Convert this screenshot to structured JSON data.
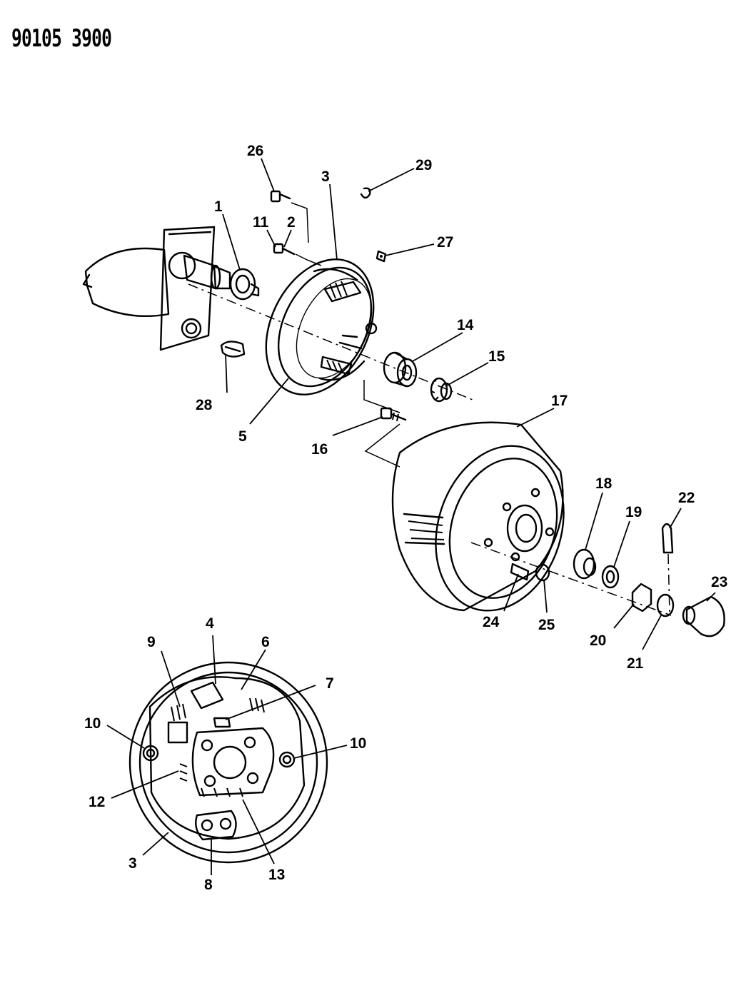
{
  "header": {
    "reference_number": "90105 3900"
  },
  "callouts": [
    {
      "id": "c1",
      "label": "1"
    },
    {
      "id": "c2",
      "label": "2"
    },
    {
      "id": "c3a",
      "label": "3"
    },
    {
      "id": "c3b",
      "label": "3"
    },
    {
      "id": "c4",
      "label": "4"
    },
    {
      "id": "c5",
      "label": "5"
    },
    {
      "id": "c6",
      "label": "6"
    },
    {
      "id": "c7",
      "label": "7"
    },
    {
      "id": "c8",
      "label": "8"
    },
    {
      "id": "c9",
      "label": "9"
    },
    {
      "id": "c10a",
      "label": "10"
    },
    {
      "id": "c10b",
      "label": "10"
    },
    {
      "id": "c11",
      "label": "11"
    },
    {
      "id": "c12",
      "label": "12"
    },
    {
      "id": "c13",
      "label": "13"
    },
    {
      "id": "c14",
      "label": "14"
    },
    {
      "id": "c15",
      "label": "15"
    },
    {
      "id": "c16",
      "label": "16"
    },
    {
      "id": "c17",
      "label": "17"
    },
    {
      "id": "c18",
      "label": "18"
    },
    {
      "id": "c19",
      "label": "19"
    },
    {
      "id": "c20",
      "label": "20"
    },
    {
      "id": "c21",
      "label": "21"
    },
    {
      "id": "c22",
      "label": "22"
    },
    {
      "id": "c23",
      "label": "23"
    },
    {
      "id": "c24",
      "label": "24"
    },
    {
      "id": "c25",
      "label": "25"
    },
    {
      "id": "c26",
      "label": "26"
    },
    {
      "id": "c27",
      "label": "27"
    },
    {
      "id": "c28",
      "label": "28"
    },
    {
      "id": "c29",
      "label": "29"
    }
  ]
}
